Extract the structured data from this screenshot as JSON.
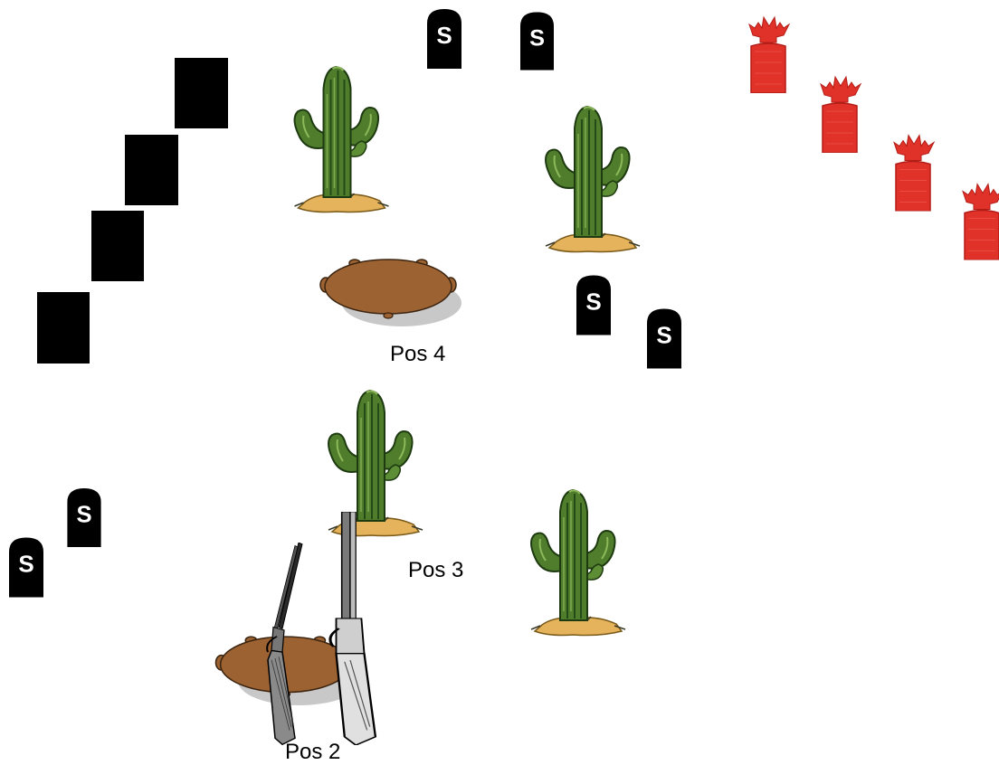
{
  "labels": {
    "pos4": "Pos 4",
    "pos3": "Pos 3",
    "pos2": "Pos 2"
  },
  "tombstone_letter": "S",
  "colors": {
    "background": "#ffffff",
    "black_target": "#000000",
    "red_target": "#e1322a",
    "red_target_dark": "#b21c16",
    "cactus_green": "#4f7d2c",
    "cactus_dark": "#244b17",
    "cactus_light": "#8db85a",
    "sand": "#e4b35c",
    "table_brown": "#9c6232",
    "table_shadow": "#c8c8c8"
  },
  "icons": {
    "cactus": "saguaro-cactus-icon",
    "table": "round-table-icon",
    "tombstone": "tombstone-target-icon",
    "cowboy_target": "cowboy-silhouette-target-icon",
    "rifle": "rifle-icon",
    "shotgun": "shotgun-icon"
  }
}
